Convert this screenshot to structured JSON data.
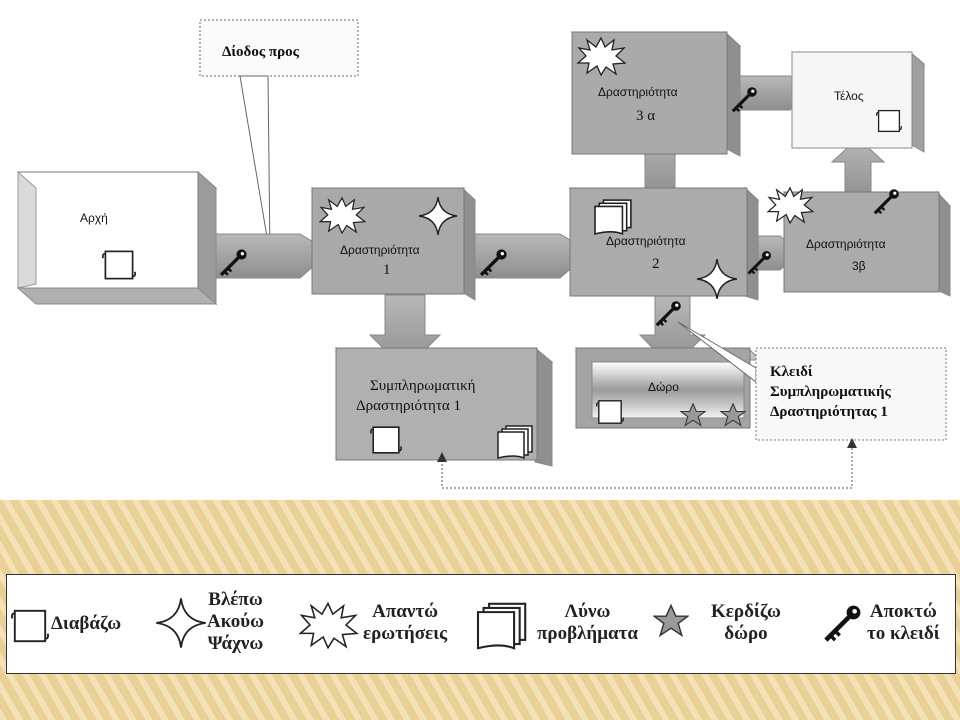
{
  "callouts": {
    "passage": "Δίοδος προς",
    "key_line1": "Κλειδί",
    "key_line2": "Συμπληρωματικής",
    "key_line3": "Δραστηριότητας 1"
  },
  "boxes": {
    "start": "Αρχή",
    "act1_line1": "Δραστηριότητα",
    "act1_line2": "1",
    "act2_line1": "Δραστηριότητα",
    "act2_line2": "2",
    "act3a_line1": "Δραστηριότητα",
    "act3a_line2": "3 α",
    "act3b_line1": "Δραστηριότητα",
    "act3b_line2": "3β",
    "end": "Τέλος",
    "suppl_line1": "Συμπληρωματική",
    "suppl_line2": "Δραστηριότητα 1",
    "gift": "Δώρο"
  },
  "legend": {
    "read": "Διαβάζω",
    "see": "Βλέπω",
    "hear": "Ακούω",
    "search": "Ψάχνω",
    "answer_1": "Απαντώ",
    "answer_2": "ερωτήσεις",
    "solve_1": "Λύνω",
    "solve_2": "προβλήματα",
    "win_1": "Κερδίζω",
    "win_2": "δώρο",
    "key_1": "Αποκτώ",
    "key_2": "το κλειδί"
  }
}
